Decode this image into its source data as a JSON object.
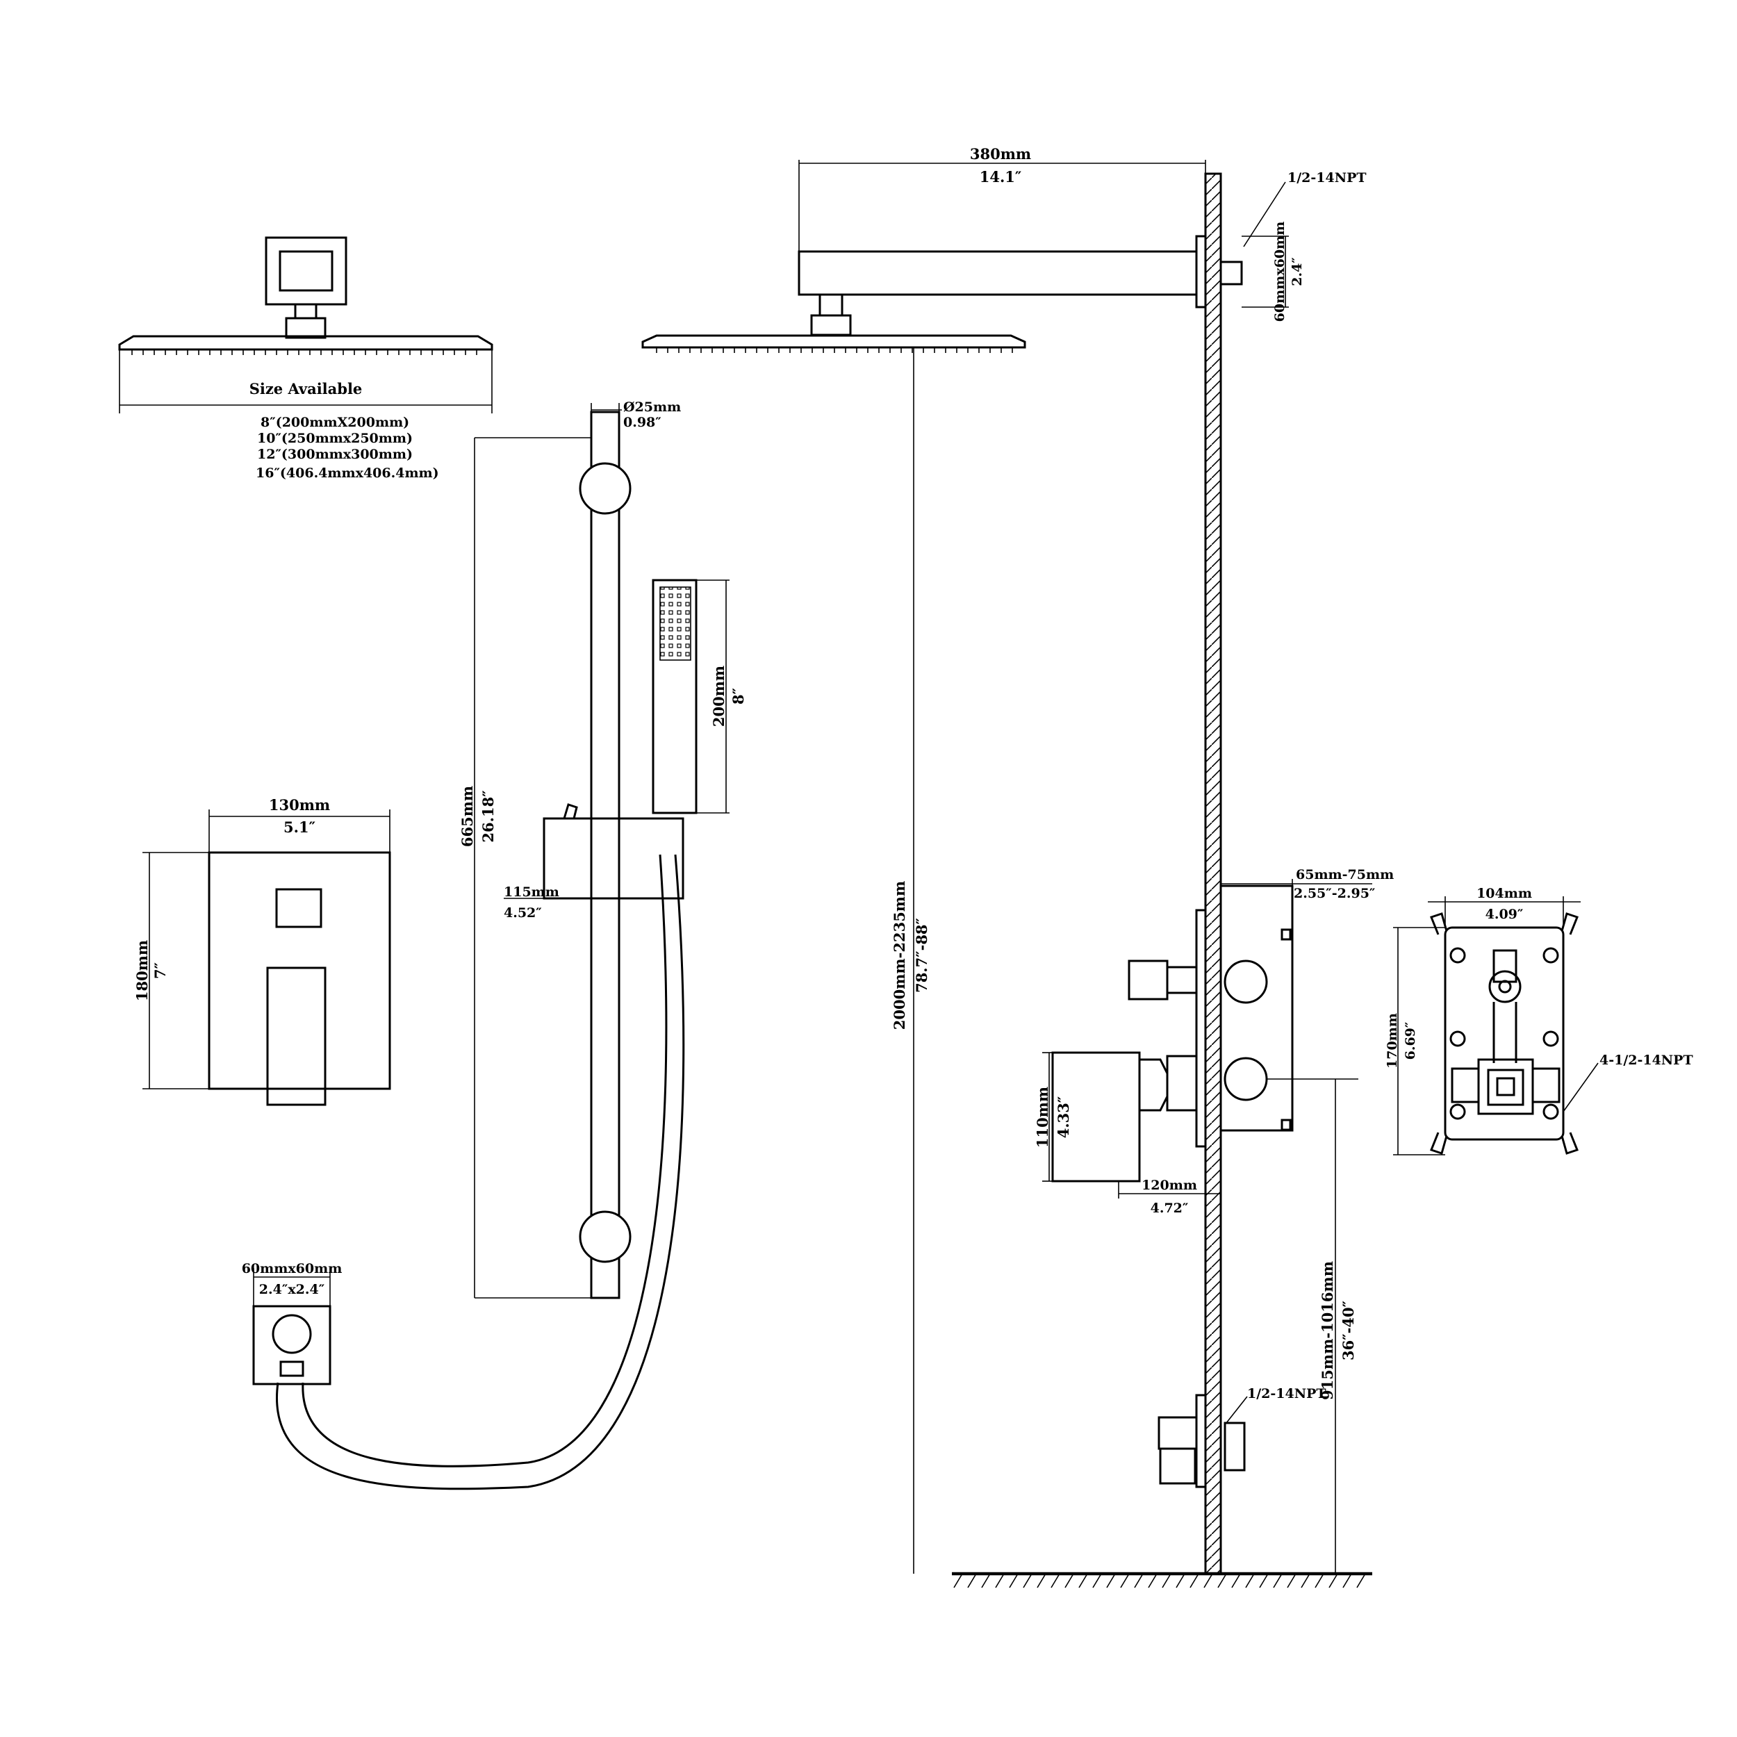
{
  "shower_head_sizes": {
    "title": "Size Available",
    "items": [
      "8″(200mmX200mm)",
      "10″(250mmx250mm)",
      "12″(300mmx300mm)",
      "16″(406.4mmx406.4mm)"
    ]
  },
  "rain_head": {
    "arm_mm": "380mm",
    "arm_in": "14.1″",
    "flange_mm": "60mmx60mm",
    "flange_in": "2.4″",
    "thread": "1/2-14NPT"
  },
  "slide_bar": {
    "dia_mm": "Ø25mm",
    "dia_in": "0.98″",
    "length_mm": "665mm",
    "length_in": "26.18″",
    "holder_mm": "115mm",
    "holder_in": "4.52″"
  },
  "hand_shower": {
    "length_mm": "200mm",
    "length_in": "8″"
  },
  "trim_plate": {
    "width_mm": "130mm",
    "width_in": "5.1″",
    "height_mm": "180mm",
    "height_in": "7″"
  },
  "wall_outlet": {
    "size_mm": "60mmx60mm",
    "size_in": "2.4″x2.4″"
  },
  "mounting": {
    "height_mm": "2000mm-2235mm",
    "height_in": "78.7″-88″",
    "valve_depth_mm": "65mm-75mm",
    "valve_depth_in": "2.55″-2.95″",
    "handle_height_mm": "110mm",
    "handle_height_in": "4.33″",
    "handle_proj_mm": "120mm",
    "handle_proj_in": "4.72″",
    "valve_height_mm": "915mm-1016mm",
    "valve_height_in": "36″-40″",
    "lower_thread": "1/2-14NPT"
  },
  "valve_body": {
    "width_mm": "104mm",
    "width_in": "4.09″",
    "height_mm": "170mm",
    "height_in": "6.69″",
    "thread": "4-1/2-14NPT"
  }
}
